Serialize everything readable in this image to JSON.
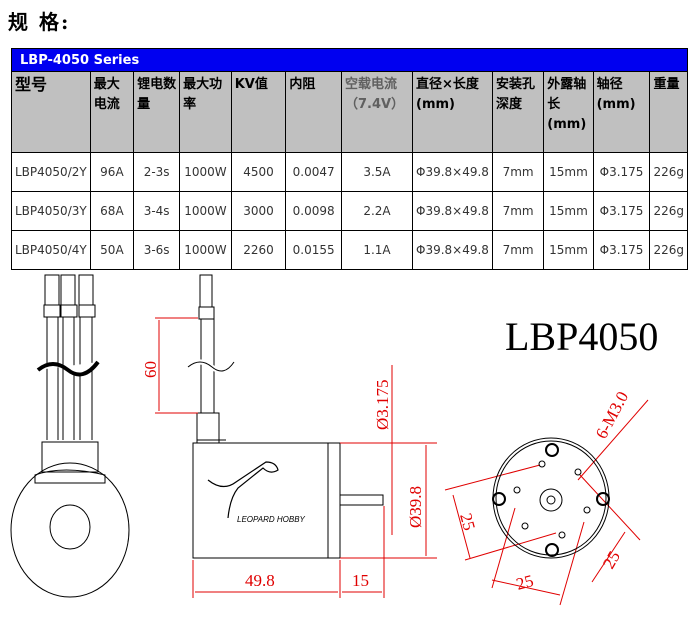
{
  "title": "规 格:",
  "table": {
    "series": "LBP-4050 Series",
    "headers": [
      "型号",
      "最大电流",
      "锂电数量",
      "最大功率",
      "KV值",
      "内阻",
      "空载电流（7.4V）",
      "直径×长度(mm)",
      "安装孔深度",
      "外露轴长(mm)",
      "轴径(mm)",
      "重量"
    ],
    "rows": [
      [
        "LBP4050/2Y",
        "96A",
        "2-3s",
        "1000W",
        "4500",
        "0.0047",
        "3.5A",
        "Φ39.8×49.8",
        "7mm",
        "15mm",
        "Φ3.175",
        "226g"
      ],
      [
        "LBP4050/3Y",
        "68A",
        "3-4s",
        "1000W",
        "3000",
        "0.0098",
        "2.2A",
        "Φ39.8×49.8",
        "7mm",
        "15mm",
        "Φ3.175",
        "226g"
      ],
      [
        "LBP4050/4Y",
        "50A",
        "3-6s",
        "1000W",
        "2260",
        "0.0155",
        "1.1A",
        "Φ39.8×49.8",
        "7mm",
        "15mm",
        "Φ3.175",
        "226g"
      ]
    ]
  },
  "drawing": {
    "model": "LBP4050",
    "brand": "LEOPARD HOBBY",
    "dim_wire": "60",
    "dim_shaft_dia": "Ø3.175",
    "dim_body_dia": "Ø39.8",
    "dim_length": "49.8",
    "dim_shaft_len": "15",
    "dim_holes": "6-M3.0",
    "dim_spacing_1": "25",
    "dim_spacing_2": "25",
    "dim_spacing_3": "25"
  }
}
